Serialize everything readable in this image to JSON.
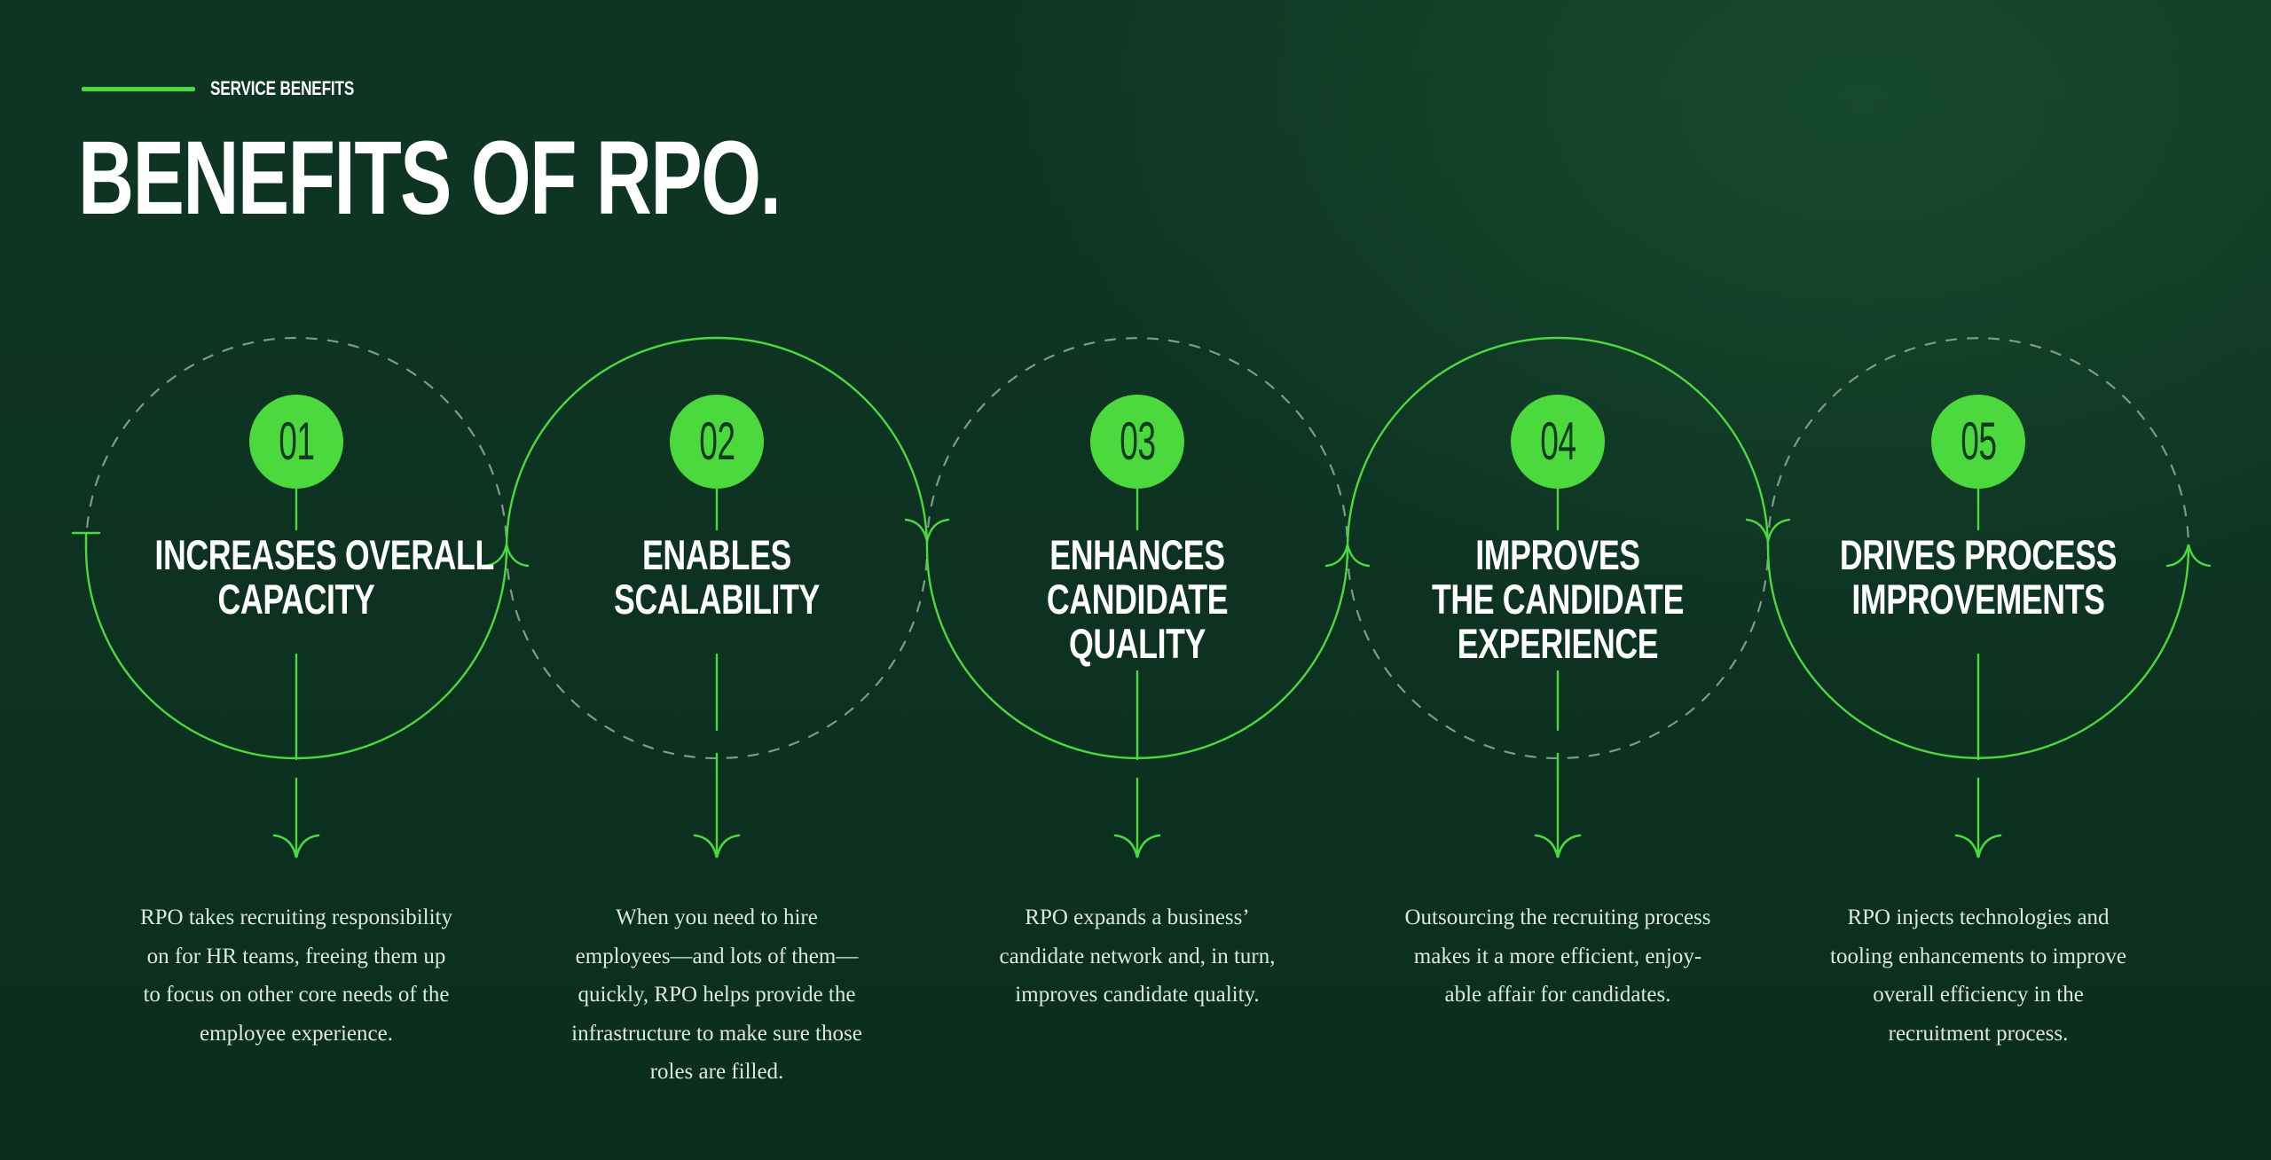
{
  "header": {
    "eyebrow": "SERVICE BENEFITS",
    "title": "BENEFITS OF RPO."
  },
  "colors": {
    "accent": "#4cd93e",
    "background": "#0d3322",
    "dashed_line": "#7f9a88",
    "title_text": "#ffffff",
    "body_text": "#dce8da"
  },
  "steps": [
    {
      "number": "01",
      "title_lines": [
        "INCREASES OVERALL",
        "CAPACITY"
      ],
      "description_lines": [
        "RPO takes recruiting responsibility",
        "on for HR teams, freeing them up",
        "to focus on other core needs of the",
        "employee experience."
      ]
    },
    {
      "number": "02",
      "title_lines": [
        "ENABLES",
        "SCALABILITY"
      ],
      "description_lines": [
        "When you need to hire",
        "employees—and lots of them—",
        "quickly, RPO helps provide the",
        "infrastructure to make sure those",
        "roles are filled."
      ]
    },
    {
      "number": "03",
      "title_lines": [
        "ENHANCES",
        "CANDIDATE",
        "QUALITY"
      ],
      "description_lines": [
        "RPO expands a business’",
        "candidate network and, in turn,",
        "improves candidate quality."
      ]
    },
    {
      "number": "04",
      "title_lines": [
        "IMPROVES",
        "THE CANDIDATE",
        "EXPERIENCE"
      ],
      "description_lines": [
        "Outsourcing the recruiting process",
        "makes it a more efficient, enjoy-",
        "able affair for candidates."
      ]
    },
    {
      "number": "05",
      "title_lines": [
        "DRIVES PROCESS",
        "IMPROVEMENTS"
      ],
      "description_lines": [
        "RPO injects technologies and",
        "tooling enhancements to improve",
        "overall efficiency in the",
        "recruitment process."
      ]
    }
  ]
}
